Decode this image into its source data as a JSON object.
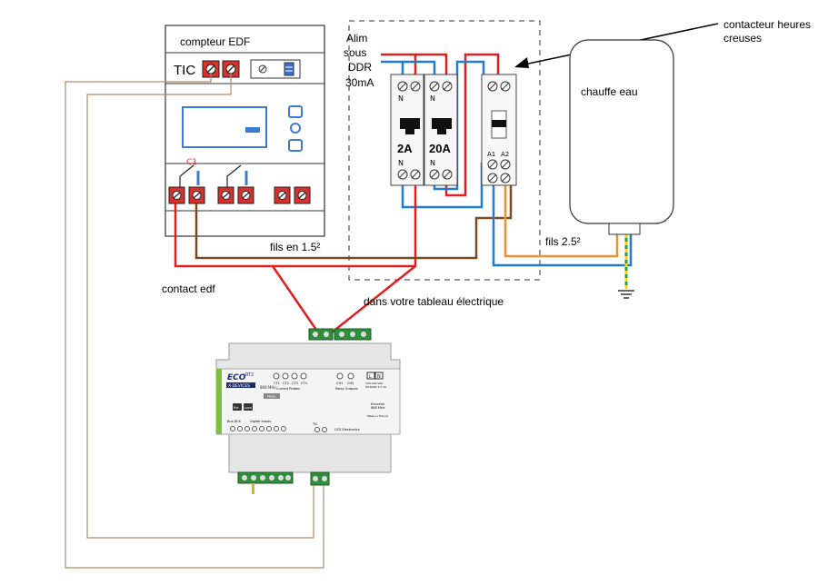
{
  "meter": {
    "title": "compteur  EDF",
    "tic_label": "TIC",
    "relay_label": "C1"
  },
  "labels": {
    "alim_lines": [
      "Alim",
      "sous",
      "DDR",
      "30mA"
    ],
    "contactor": "contacteur heures\ncreuses",
    "contactor_line1": "contacteur heures",
    "contactor_line2": "creuses",
    "water_heater": "chauffe eau",
    "wires_15": "fils en 1.5²",
    "wires_25": "fils 2.5²",
    "contact_edf": "contact edf",
    "panel_note": "dans votre tableau électrique"
  },
  "breakers": [
    {
      "rating": "2A",
      "top": "N",
      "bottom": "N"
    },
    {
      "rating": "20A",
      "top": "N",
      "bottom": "N"
    }
  ],
  "contactor_terminals": {
    "a1": "A1",
    "a2": "A2"
  },
  "module": {
    "brand": "ECO",
    "model": "RT2",
    "subtitle": "X-DEVICES",
    "radio": "868 MHz",
    "ct_labels": [
      "CT1",
      "CT2",
      "CT3",
      "CT4"
    ],
    "ct_caption": "Current Probes",
    "mode": "Mode",
    "relay_labels": [
      "CH1",
      "CH2"
    ],
    "relay_caption": "Relay Outputs",
    "power_labels": [
      "L",
      "N"
    ],
    "power_caption": "100-240 VAC\n50-60Hz 1.5 VA",
    "power_caption_line1": "100-240 VAC",
    "power_caption_line2": "50-60Hz 1.5 VA",
    "bus_caption": "Bus DEX",
    "digital_caption": "Digital Inputs",
    "tic_caption": "TIC",
    "gce": "GCE Electronics",
    "enocean": "Enocean\n868 MHz",
    "enocean_line1": "Enocean",
    "enocean_line2": "868 MHz",
    "made_in": "Made in France",
    "buttons": [
      "Rst",
      "Load"
    ]
  },
  "colors": {
    "red_wire": "#e02020",
    "blue_wire": "#1e7bd8",
    "brown_wire": "#7a4a23",
    "orange_wire": "#f0902c",
    "earth_yellow": "#f2d21c",
    "earth_green": "#2e9c3a",
    "thin_wire": "#b08a6a",
    "module_green": "#7fbf3f",
    "terminal_red": "#d9302c"
  }
}
